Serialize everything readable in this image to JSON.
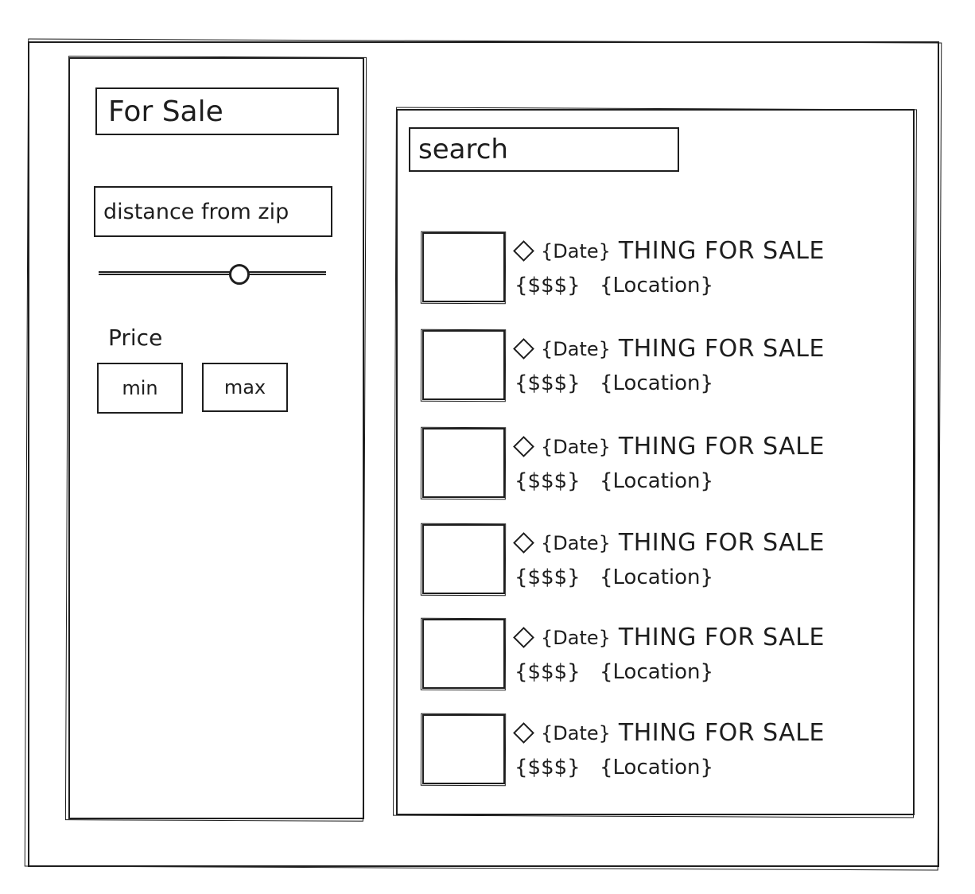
{
  "sidebar": {
    "title": "For Sale",
    "distance_label": "distance from zip",
    "distance_slider_value": 0.62,
    "price_label": "Price",
    "min_label": "min",
    "max_label": "max"
  },
  "main": {
    "search_placeholder": "search",
    "listings": [
      {
        "date": "{Date}",
        "title": "THING FOR SALE",
        "price": "{$$$}",
        "location": "{Location}"
      },
      {
        "date": "{Date}",
        "title": "THING FOR SALE",
        "price": "{$$$}",
        "location": "{Location}"
      },
      {
        "date": "{Date}",
        "title": "THING FOR SALE",
        "price": "{$$$}",
        "location": "{Location}"
      },
      {
        "date": "{Date}",
        "title": "THING FOR SALE",
        "price": "{$$$}",
        "location": "{Location}"
      },
      {
        "date": "{Date}",
        "title": "THING FOR SALE",
        "price": "{$$$}",
        "location": "{Location}"
      },
      {
        "date": "{Date}",
        "title": "THING FOR SALE",
        "price": "{$$$}",
        "location": "{Location}"
      }
    ]
  }
}
